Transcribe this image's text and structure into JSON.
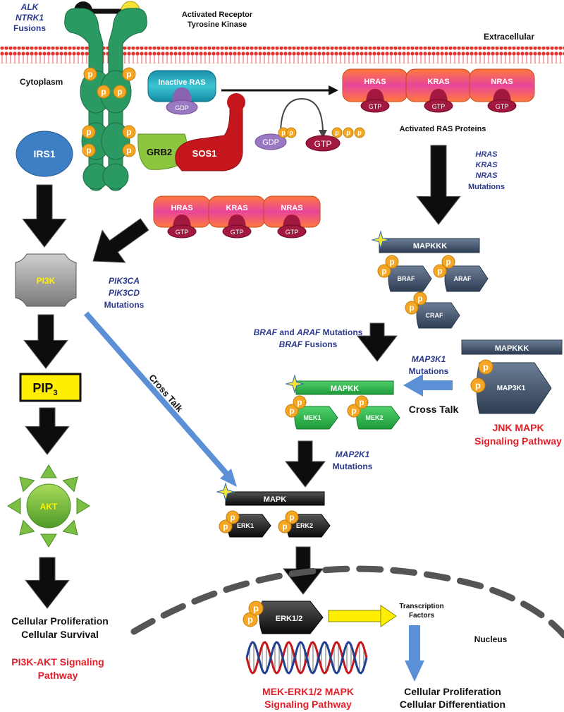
{
  "header": {
    "fusion_genes": [
      "ALK",
      "NTRK1"
    ],
    "fusion_word": "Fusions",
    "receptor_label": [
      "Activated Receptor",
      "Tyrosine Kinase"
    ],
    "extracellular": "Extracellular",
    "cytoplasm": "Cytoplasm"
  },
  "phospho": "p",
  "ras": {
    "inactive_label": "Inactive RAS",
    "gdp": "GDP",
    "gtp": "GTP",
    "proteins": [
      "HRAS",
      "KRAS",
      "NRAS"
    ],
    "activated_label": "Activated RAS Proteins",
    "mutations": [
      "HRAS",
      "KRAS",
      "NRAS"
    ],
    "mutation_word": "Mutations"
  },
  "adaptors": {
    "irs1": "IRS1",
    "grb2": "GRB2",
    "sos1": "SOS1"
  },
  "pi3k_pathway": {
    "pi3k": "PI3K",
    "mutations": [
      "PIK3CA",
      "PIK3CD"
    ],
    "mutation_word": "Mutations",
    "pip3": "PIP",
    "pip3_sub": "3",
    "akt": "AKT",
    "outcome": [
      "Cellular Proliferation",
      "Cellular Survival"
    ],
    "pathway_title": [
      "PI3K-AKT Signaling",
      "Pathway"
    ]
  },
  "cross_talk": "Cross Talk",
  "mapk_pathway": {
    "mapkkk": "MAPKKK",
    "raf": [
      "BRAF",
      "ARAF",
      "CRAF"
    ],
    "raf_mut_genes": [
      "BRAF",
      "ARAF"
    ],
    "raf_mut_and": "and",
    "raf_fusion_gene": "BRAF",
    "mutations_word": "Mutations",
    "fusions_word": "Fusions",
    "mapkk": "MAPKK",
    "mek": [
      "MEK1",
      "MEK2"
    ],
    "mek_mut_gene": "MAP2K1",
    "mapk": "MAPK",
    "erk": [
      "ERK1",
      "ERK2"
    ],
    "erk12": "ERK1/2",
    "transcription": [
      "Transcription",
      "Factors"
    ],
    "nucleus": "Nucleus",
    "outcome": [
      "Cellular Proliferation",
      "Cellular Differentiation"
    ],
    "pathway_title": [
      "MEK-ERK1/2 MAPK",
      "Signaling Pathway"
    ]
  },
  "jnk_pathway": {
    "mapkkk": "MAPKKK",
    "map3k1": "MAP3K1",
    "mut_gene": "MAP3K1",
    "mutations_word": "Mutations",
    "pathway_title": [
      "JNK MAPK",
      "Signaling Pathway"
    ]
  },
  "colors": {
    "italic_blue": "#2b3a8f",
    "pathway_red": "#e3202a",
    "receptor_green": "#2a9a62",
    "phospho_orange": "#f5a623",
    "irs1_blue": "#3d7fc4",
    "grb2_green": "#8cc63f",
    "sos1_red": "#c4161c",
    "pip3_yellow": "#ffee00",
    "akt_green": "#7bc043",
    "cross_talk_blue": "#5b8fd6",
    "raf_slate": "#3e5067",
    "mek_green": "#2fb84f"
  }
}
